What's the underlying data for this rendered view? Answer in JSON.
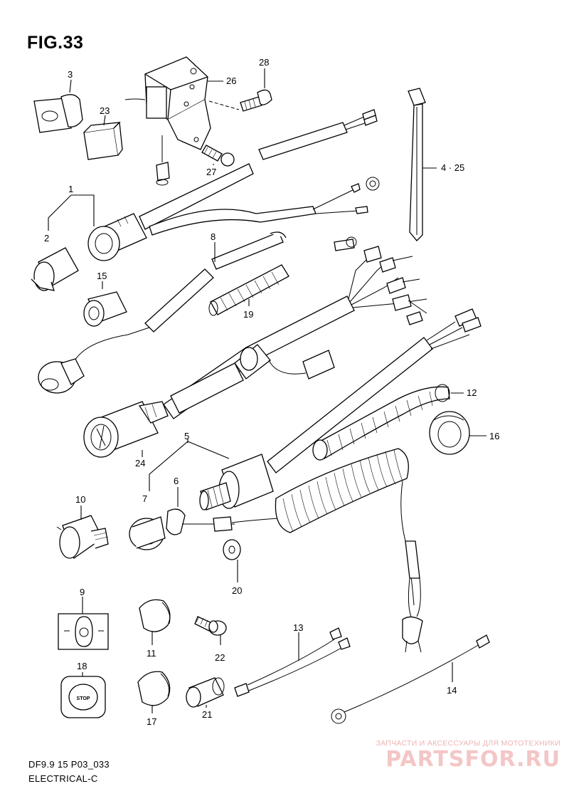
{
  "figure": {
    "title": "FIG.33",
    "code": "DF9.9 15 P03_033",
    "section": "ELECTRICAL-C"
  },
  "watermark": {
    "caption": "ЗАПЧАСТИ И АКСЕССУАРЫ ДЛЯ МОТОТЕХНИКИ",
    "brand": "PARTSFOR.RU"
  },
  "stop_switch": {
    "label": "STOP"
  },
  "callouts": {
    "c1": "1",
    "c2": "2",
    "c3": "3",
    "c4_25": "4 · 25",
    "c5": "5",
    "c6": "6",
    "c7": "7",
    "c8": "8",
    "c9": "9",
    "c10": "10",
    "c11": "11",
    "c12": "12",
    "c13": "13",
    "c14": "14",
    "c15": "15",
    "c16": "16",
    "c17": "17",
    "c18": "18",
    "c19": "19",
    "c20": "20",
    "c21": "21",
    "c22": "22",
    "c23": "23",
    "c24": "24",
    "c26": "26",
    "c27": "27",
    "c28": "28"
  }
}
